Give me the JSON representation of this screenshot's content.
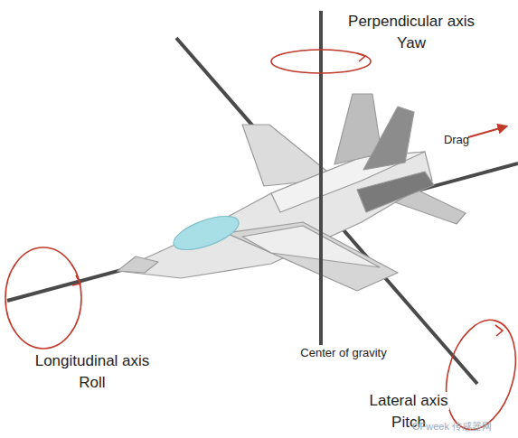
{
  "diagram": {
    "labels": [
      "Perpendicular axis",
      "Yaw",
      "Drag",
      "Center of gravity",
      "Longitudinal axis",
      "Roll",
      "Lateral axis",
      "Pitch",
      "OFweek 传感器网"
    ]
  }
}
